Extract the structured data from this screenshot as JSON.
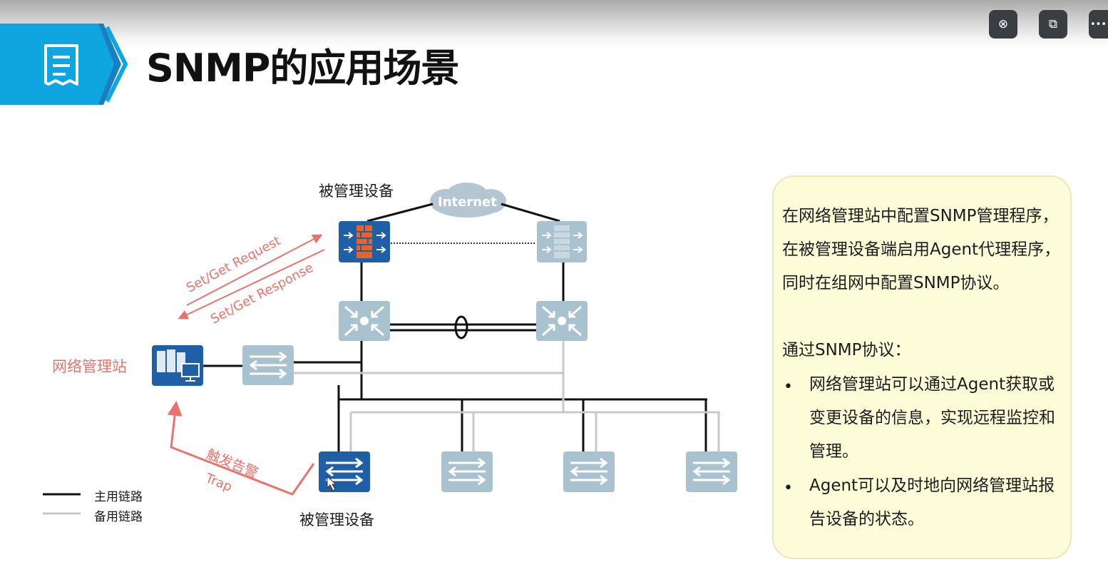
{
  "toolbar": {
    "buttons": [
      {
        "icon": "handshake-icon",
        "glyph": "⊗"
      },
      {
        "icon": "popout-icon",
        "glyph": "⧉"
      },
      {
        "icon": "more-icon",
        "glyph": "•••"
      }
    ]
  },
  "slide": {
    "title": "SNMP的应用场景",
    "title_bar_color": "#0ea5e0",
    "title_bar_shadow": "#1a7fc1"
  },
  "diagram": {
    "cloud_label": "Internet",
    "managed_device_label_top": "被管理设备",
    "managed_device_label_bottom": "被管理设备",
    "nms_label": "网络管理站",
    "arrow_request": "Set/Get Request",
    "arrow_response": "Set/Get Response",
    "trap_label_cn": "触发告警",
    "trap_label_en": "Trap",
    "legend": {
      "primary": "主用链路",
      "backup": "备用链路"
    },
    "colors": {
      "primary_link": "#111111",
      "backup_link": "#c9c9c9",
      "accent_red": "#e8736a",
      "device_active": "#1f5fa6",
      "device_inactive": "#a9c2d0",
      "firewall_orange": "#e8632a"
    }
  },
  "info": {
    "paragraph1": "在网络管理站中配置SNMP管理程序，在被管理设备端启用Agent代理程序，同时在组网中配置SNMP协议。",
    "paragraph2": "通过SNMP协议：",
    "bullets": [
      "网络管理站可以通过Agent获取或变更设备的信息，实现远程监控和管理。",
      "Agent可以及时地向网络管理站报告设备的状态。"
    ],
    "bullet_mark": "•"
  }
}
